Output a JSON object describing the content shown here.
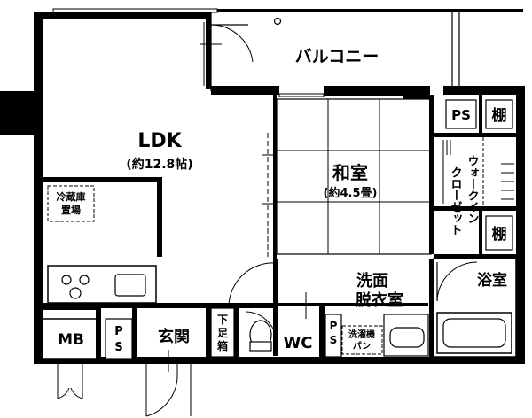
{
  "rooms": {
    "balcony": "バルコニー",
    "ldk": "LDK",
    "ldk_size": "(約12.8帖)",
    "fridge_line1": "冷蔵庫",
    "fridge_line2": "置場",
    "washitsu": "和室",
    "washitsu_size": "(約4.5畳)",
    "ps_top": "PS",
    "closet_top": "棚",
    "walkin": "ウォークイン",
    "closet_word": "クローゼット",
    "closet_mid": "棚",
    "bath": "浴室",
    "senmen_line1": "洗面",
    "senmen_line2": "脱衣室",
    "mb": "MB",
    "ps_left_1": "P",
    "ps_left_2": "S",
    "genkan": "玄関",
    "getabako_1": "下",
    "getabako_2": "足",
    "getabako_3": "箱",
    "wc": "WC",
    "ps_wc_1": "P",
    "ps_wc_2": "S",
    "washer_line1": "洗濯機",
    "washer_line2": "パン"
  }
}
